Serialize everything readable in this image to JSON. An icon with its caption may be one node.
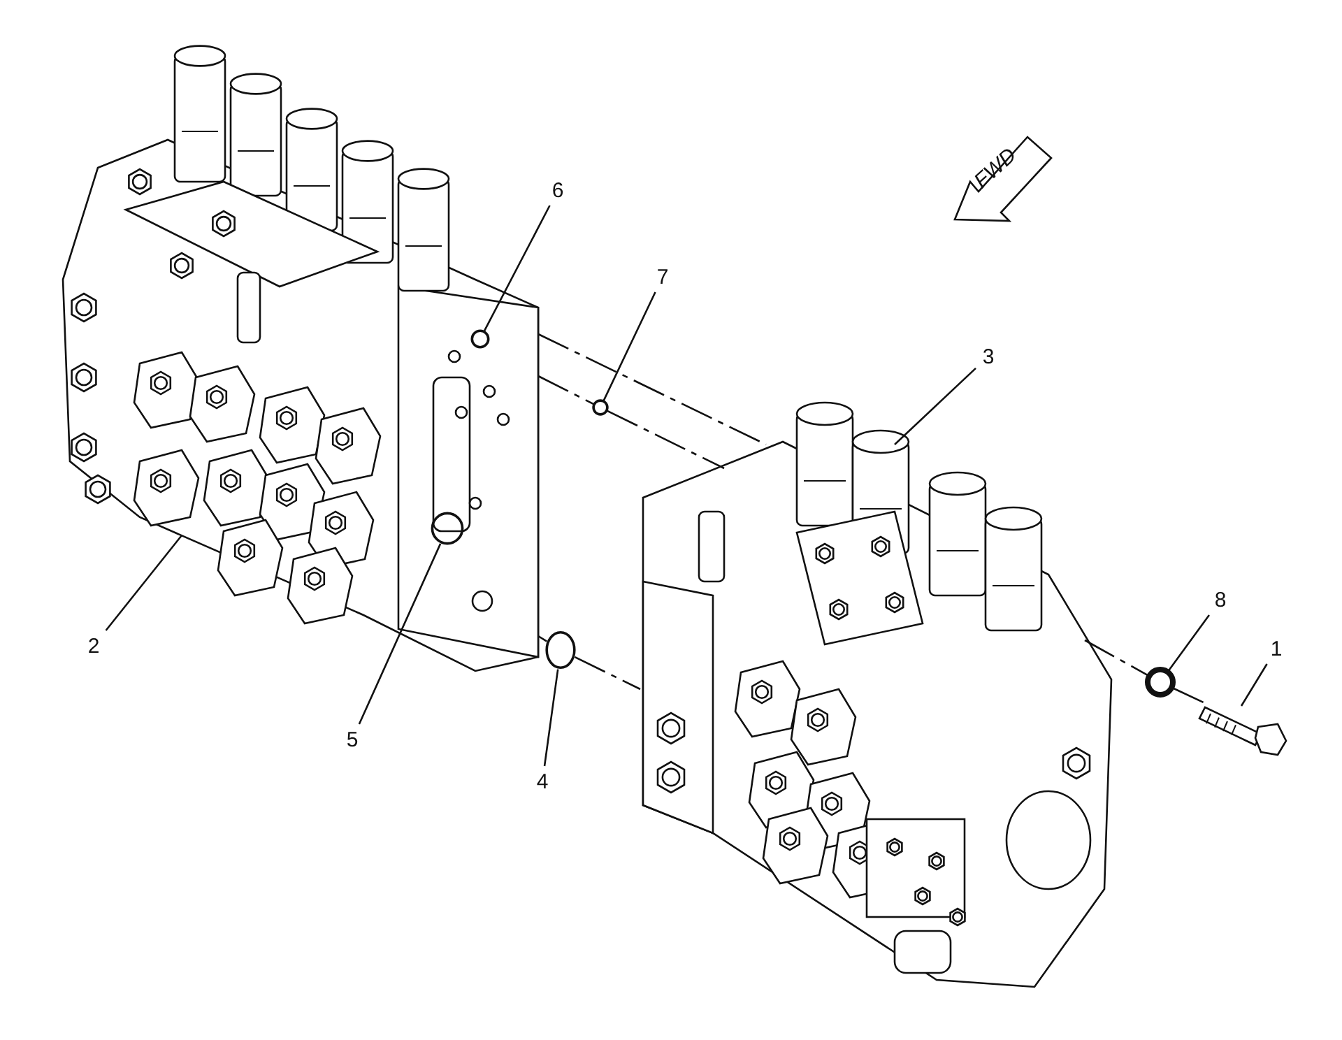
{
  "diagram": {
    "nodes": [
      {
        "text": [
          "6"
        ]
      },
      {
        "text": [
          "7"
        ]
      },
      {
        "text": [
          "3"
        ]
      },
      {
        "text": [
          "2"
        ]
      },
      {
        "text": [
          "5"
        ]
      },
      {
        "text": [
          "4"
        ]
      },
      {
        "text": [
          "8"
        ]
      },
      {
        "text": [
          "1"
        ]
      },
      {
        "text": [],
        "shape": "picture"
      },
      {
        "text": [],
        "shape": "circle",
        "in": 8
      },
      {
        "text": [],
        "shape": "circle"
      },
      {
        "text": [],
        "shape": "picture"
      },
      {
        "text": [],
        "shape": "circle",
        "in": 8
      },
      {
        "text": [],
        "shape": "circle"
      },
      {
        "text": [],
        "shape": "circle"
      },
      {
        "text": [],
        "shape": "picture"
      }
    ],
    "edges": [
      {
        "from": 0,
        "to": 9,
        "arrow": "none"
      },
      {
        "from": 1,
        "to": 10,
        "arrow": "none"
      },
      {
        "from": 2,
        "to": 11,
        "arrow": "none"
      },
      {
        "from": 3,
        "to": 8,
        "arrow": "none"
      },
      {
        "from": 4,
        "to": 12,
        "arrow": "none"
      },
      {
        "from": 5,
        "to": 13,
        "arrow": "none"
      },
      {
        "from": 6,
        "to": 14,
        "arrow": "none"
      },
      {
        "from": 7,
        "to": 15,
        "arrow": "none"
      },
      {
        "from": 8,
        "to": 11,
        "arrow": "none",
        "style": "dashed"
      },
      {
        "from": 8,
        "to": 10,
        "arrow": "none",
        "style": "dashed"
      },
      {
        "from": 10,
        "to": 11,
        "arrow": "none",
        "style": "dashed"
      },
      {
        "from": 8,
        "to": 13,
        "arrow": "none",
        "style": "dashed"
      },
      {
        "from": 13,
        "to": 11,
        "arrow": "none",
        "style": "dashed"
      },
      {
        "from": 11,
        "to": 14,
        "arrow": "none",
        "style": "dashed"
      },
      {
        "from": 14,
        "to": 15,
        "arrow": "none",
        "style": "dashed"
      }
    ],
    "labels": [
      "FWD"
    ]
  }
}
